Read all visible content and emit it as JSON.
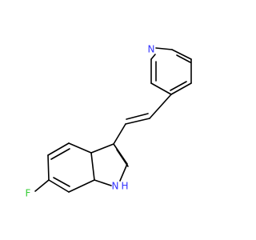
{
  "molecule": {
    "atoms": [
      {
        "id": "N_py",
        "label": "N",
        "color": "#3333ff"
      },
      {
        "id": "F",
        "label": "F",
        "color": "#33cc33"
      },
      {
        "id": "NH",
        "label": "H",
        "color": "#3333ff"
      },
      {
        "id": "NH_n",
        "label": "N",
        "color": "#3333ff"
      }
    ]
  }
}
